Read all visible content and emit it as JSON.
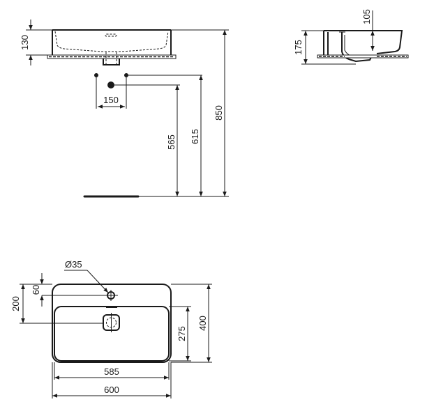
{
  "drawing": {
    "title": "Washbasin technical drawing",
    "units": "mm",
    "line_color": "#1a1a1a",
    "background": "#ffffff"
  },
  "front_view": {
    "dim_basin_height": "130",
    "dim_waste_spacing": "150",
    "dim_waste_height": "565",
    "dim_supply_height": "615",
    "dim_rim_height": "850"
  },
  "side_view": {
    "dim_overall_height": "175",
    "dim_bowl_depth": "105"
  },
  "plan_view": {
    "dim_taphole_diameter": "Ø35",
    "dim_taphole_offset": "60",
    "dim_waste_offset": "200",
    "dim_bowl_depth": "275",
    "dim_overall_depth": "400",
    "dim_bowl_width": "585",
    "dim_overall_width": "600"
  }
}
